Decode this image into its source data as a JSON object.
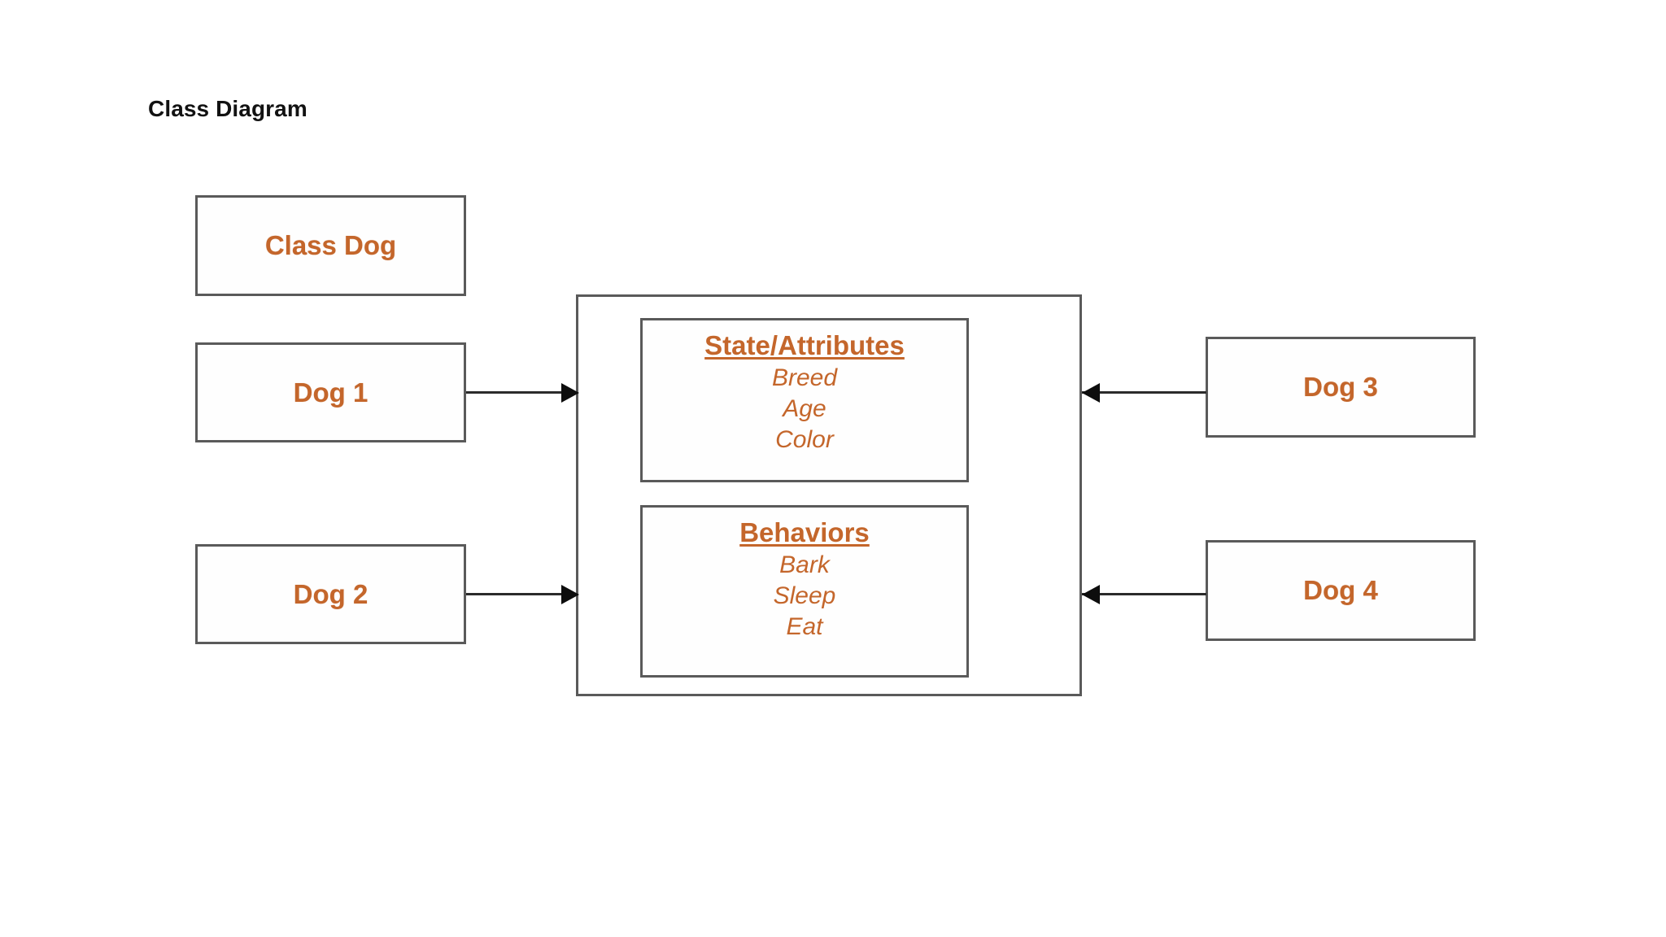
{
  "page": {
    "title": "Class Diagram",
    "background_color": "#ffffff"
  },
  "theme": {
    "accent_color": "#c4662b",
    "border_color": "#5a5a5a",
    "line_color": "#2b2b2b",
    "title_color": "#121212"
  },
  "boxes": {
    "class_dog": {
      "label": "Class Dog"
    },
    "dog_1": {
      "label": "Dog 1"
    },
    "dog_2": {
      "label": "Dog 2"
    },
    "dog_3": {
      "label": "Dog 3"
    },
    "dog_4": {
      "label": "Dog 4"
    }
  },
  "class_box": {
    "compartments": [
      {
        "title": "State/Attributes",
        "members": [
          "Breed",
          "Age",
          "Color"
        ]
      },
      {
        "title": "Behaviors",
        "members": [
          "Bark",
          "Sleep",
          "Eat"
        ]
      }
    ]
  },
  "connectors": [
    {
      "from": "Dog 1",
      "to": "Class",
      "direction": "right",
      "arrow": "filled-triangle"
    },
    {
      "from": "Dog 2",
      "to": "Class",
      "direction": "right",
      "arrow": "filled-triangle"
    },
    {
      "from": "Dog 3",
      "to": "Class",
      "direction": "left",
      "arrow": "filled-triangle"
    },
    {
      "from": "Dog 4",
      "to": "Class",
      "direction": "left",
      "arrow": "filled-triangle"
    }
  ]
}
